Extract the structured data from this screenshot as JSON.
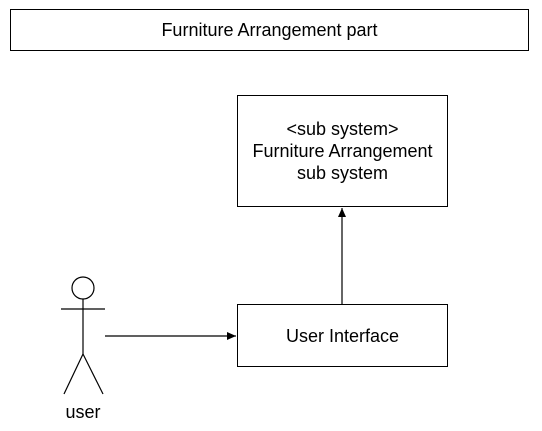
{
  "title": "Furniture Arrangement part",
  "subsystem": {
    "line1": "<sub system>",
    "line2": "Furniture Arrangement",
    "line3": "sub system"
  },
  "interface": {
    "label": "User Interface"
  },
  "actor": {
    "label": "user"
  }
}
